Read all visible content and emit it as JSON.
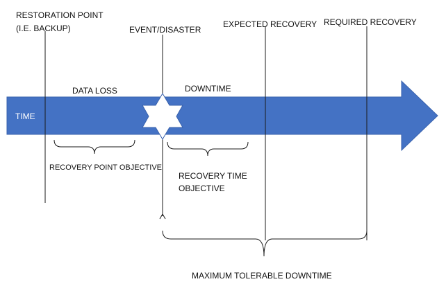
{
  "colors": {
    "arrow_fill": "#4472c4",
    "line": "#1a1a1a",
    "star_fill": "#ffffff",
    "text": "#111111",
    "time_text": "#ffffff"
  },
  "labels": {
    "restoration_point_line1": "RESTORATION POINT",
    "restoration_point_line2": "(I.E. BACKUP)",
    "event": "EVENT/DISASTER",
    "expected_recovery": "EXPECTED RECOVERY",
    "required_recovery": "REQUIRED RECOVERY",
    "data_loss": "DATA LOSS",
    "downtime": "DOWNTIME",
    "time": "TIME",
    "rpo": "RECOVERY POINT OBJECTIVE",
    "rto_line1": "RECOVERY TIME",
    "rto_line2": "OBJECTIVE",
    "mtd": "MAXIMUM TOLERABLE DOWNTIME"
  },
  "icons": {
    "event_marker": "six-pointed-star-icon"
  }
}
